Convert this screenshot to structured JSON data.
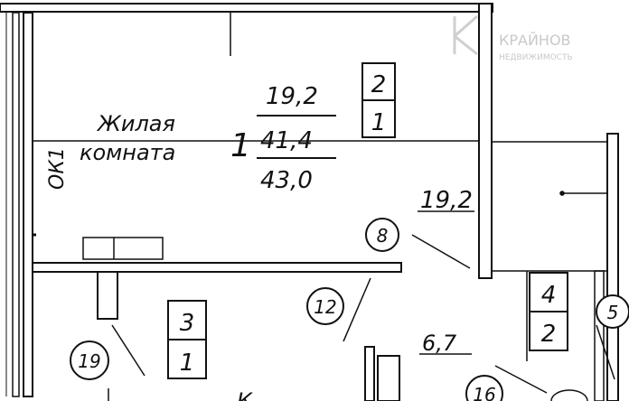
{
  "room_label": {
    "line1": "Жилая",
    "line2": "комната"
  },
  "room_index": "1",
  "area_fraction": {
    "living": "19,2",
    "middle": "41,4",
    "total": "43,0"
  },
  "box_top": {
    "numerator": "2",
    "denominator": "1"
  },
  "box_center": {
    "numerator": "3",
    "denominator": "1"
  },
  "box_right": {
    "numerator": "4",
    "denominator": "2"
  },
  "window_label": "ОК1",
  "area_right": "19,2",
  "area_bottom": "6,7",
  "callouts": {
    "c8": "8",
    "c12": "12",
    "c19": "19",
    "c5": "5",
    "c16": "16"
  },
  "bottom_partial_text": "К",
  "watermark": {
    "brand": "КРАЙНОВ",
    "tagline": "НЕДВИЖИМОСТЬ"
  },
  "colors": {
    "ink": "#111111",
    "paper": "#ffffff",
    "watermark": "#c9c9c9"
  }
}
